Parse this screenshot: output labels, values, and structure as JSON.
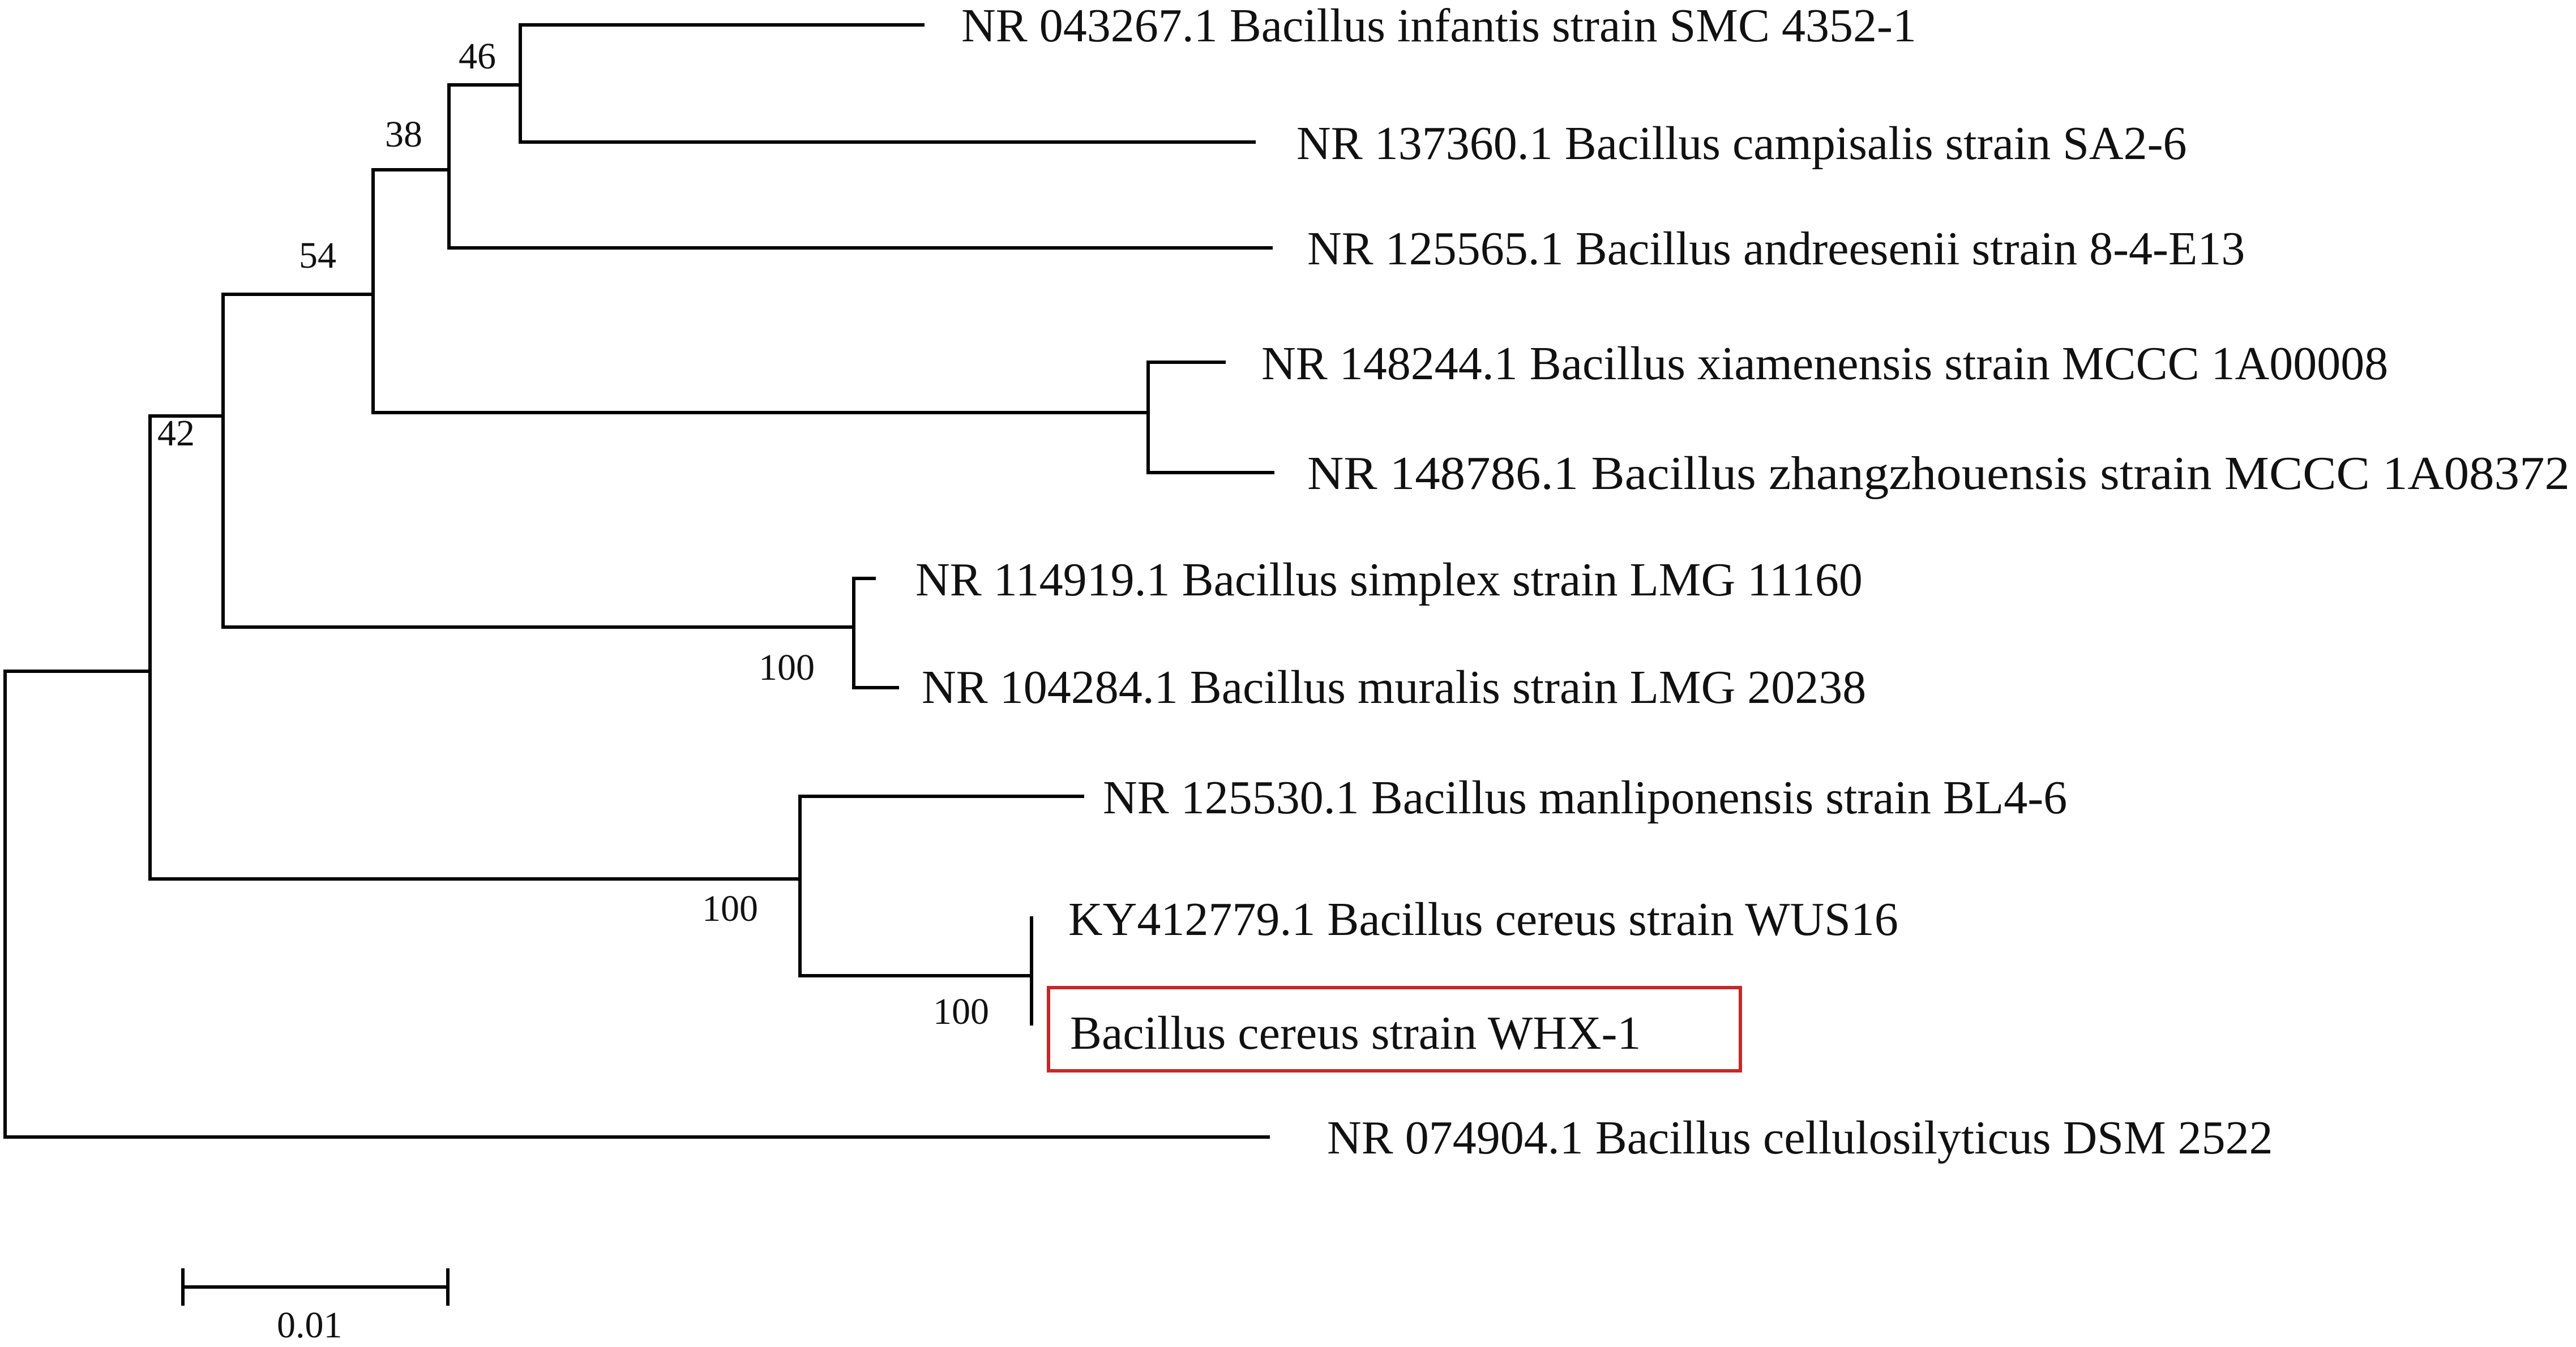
{
  "colors": {
    "branch": "#000000",
    "text": "#111111",
    "highlight": "#c62828"
  },
  "taxa": [
    {
      "id": "t1",
      "label": "NR 043267.1 Bacillus infantis strain SMC 4352-1"
    },
    {
      "id": "t2",
      "label": "NR 137360.1 Bacillus campisalis strain SA2-6"
    },
    {
      "id": "t3",
      "label": "NR 125565.1 Bacillus andreesenii strain 8-4-E13"
    },
    {
      "id": "t4",
      "label": "NR 148244.1 Bacillus xiamenensis strain MCCC 1A00008"
    },
    {
      "id": "t5",
      "label": "NR 148786.1 Bacillus zhangzhouensis strain MCCC 1A08372"
    },
    {
      "id": "t6",
      "label": "NR 114919.1 Bacillus simplex strain LMG 11160"
    },
    {
      "id": "t7",
      "label": "NR 104284.1 Bacillus muralis strain LMG 20238"
    },
    {
      "id": "t8",
      "label": "NR 125530.1 Bacillus manliponensis strain BL4-6"
    },
    {
      "id": "t9",
      "label": "KY412779.1 Bacillus cereus strain WUS16"
    },
    {
      "id": "t10",
      "label": "Bacillus cereus strain WHX-1",
      "highlighted": true
    },
    {
      "id": "t11",
      "label": "NR 074904.1 Bacillus cellulosilyticus DSM 2522"
    }
  ],
  "bootstrap": [
    {
      "id": "n46",
      "value": "46"
    },
    {
      "id": "n38",
      "value": "38"
    },
    {
      "id": "n54",
      "value": "54"
    },
    {
      "id": "n42",
      "value": "42"
    },
    {
      "id": "n100a",
      "value": "100"
    },
    {
      "id": "n100b",
      "value": "100"
    },
    {
      "id": "n100c",
      "value": "100"
    }
  ],
  "scale_bar": {
    "label": "0.01"
  }
}
